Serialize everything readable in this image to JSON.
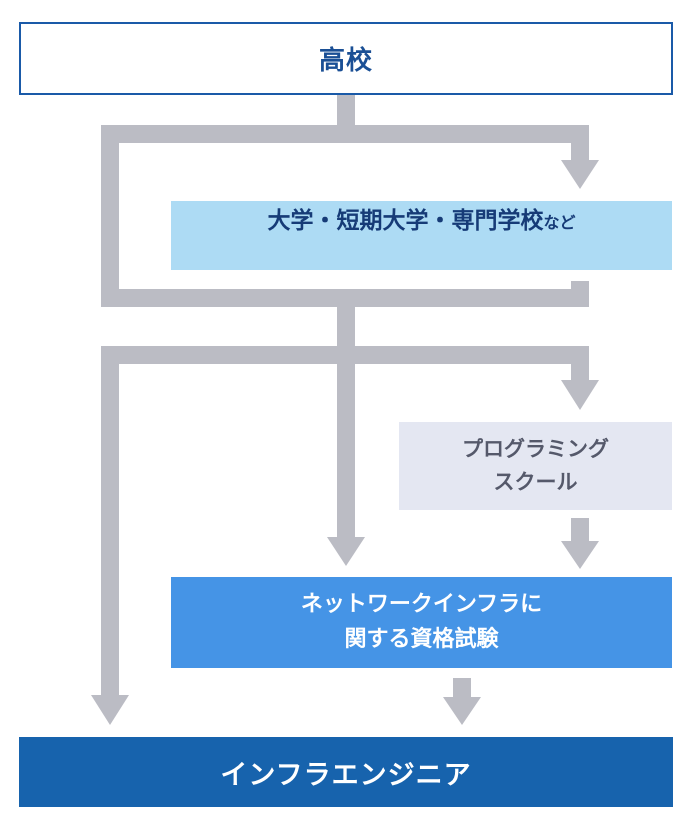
{
  "nodes": {
    "high_school": "高校",
    "university": {
      "main": "大学・短期大学・専門学校",
      "suffix": "など"
    },
    "programming_school": {
      "line1": "プログラミング",
      "line2": "スクール"
    },
    "certification": {
      "line1": "ネットワークインフラに",
      "line2": "関する資格試験"
    },
    "engineer": "インフラエンジニア"
  },
  "colors": {
    "connector": "#bbbcc4",
    "high_school_border": "#1a5aa8",
    "university_fill": "#addbf4",
    "programming_school_fill": "#e4e7f2",
    "certification_fill": "#4594e6",
    "engineer_fill": "#1763ad"
  }
}
